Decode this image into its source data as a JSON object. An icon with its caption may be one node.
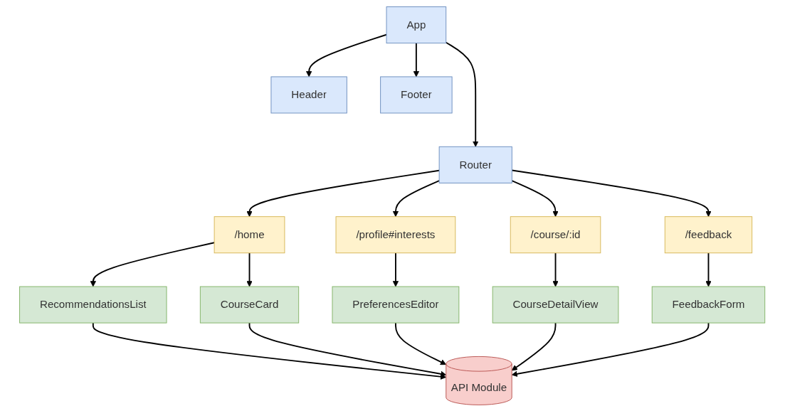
{
  "diagram": {
    "nodes": [
      {
        "text": [
          "App"
        ]
      },
      {
        "text": [
          "Header"
        ]
      },
      {
        "text": [
          "Router"
        ]
      },
      {
        "text": [
          "Footer"
        ]
      },
      {
        "text": [
          "/home"
        ]
      },
      {
        "text": [
          "/profile#interests"
        ]
      },
      {
        "text": [
          "/course/:id"
        ]
      },
      {
        "text": [
          "/feedback"
        ]
      },
      {
        "text": [
          "RecommendationsList"
        ]
      },
      {
        "text": [
          "CourseCard"
        ]
      },
      {
        "text": [
          "PreferencesEditor"
        ]
      },
      {
        "text": [
          "CourseDetailView"
        ]
      },
      {
        "text": [
          "FeedbackForm"
        ]
      },
      {
        "text": [
          "API Module"
        ]
      }
    ],
    "edges": [
      {
        "from": 0,
        "to": 1,
        "arrow": "to"
      },
      {
        "from": 0,
        "to": 2,
        "arrow": "to"
      },
      {
        "from": 0,
        "to": 3,
        "arrow": "to"
      },
      {
        "from": 2,
        "to": 4,
        "arrow": "to"
      },
      {
        "from": 2,
        "to": 5,
        "arrow": "to"
      },
      {
        "from": 2,
        "to": 6,
        "arrow": "to"
      },
      {
        "from": 2,
        "to": 7,
        "arrow": "to"
      },
      {
        "from": 4,
        "to": 8,
        "arrow": "to"
      },
      {
        "from": 4,
        "to": 9,
        "arrow": "to"
      },
      {
        "from": 5,
        "to": 10,
        "arrow": "to"
      },
      {
        "from": 6,
        "to": 11,
        "arrow": "to"
      },
      {
        "from": 7,
        "to": 12,
        "arrow": "to"
      },
      {
        "from": 8,
        "to": 13,
        "arrow": "to"
      },
      {
        "from": 9,
        "to": 13,
        "arrow": "to"
      },
      {
        "from": 10,
        "to": 13,
        "arrow": "to"
      },
      {
        "from": 11,
        "to": 13,
        "arrow": "to"
      },
      {
        "from": 12,
        "to": 13,
        "arrow": "to"
      }
    ]
  }
}
